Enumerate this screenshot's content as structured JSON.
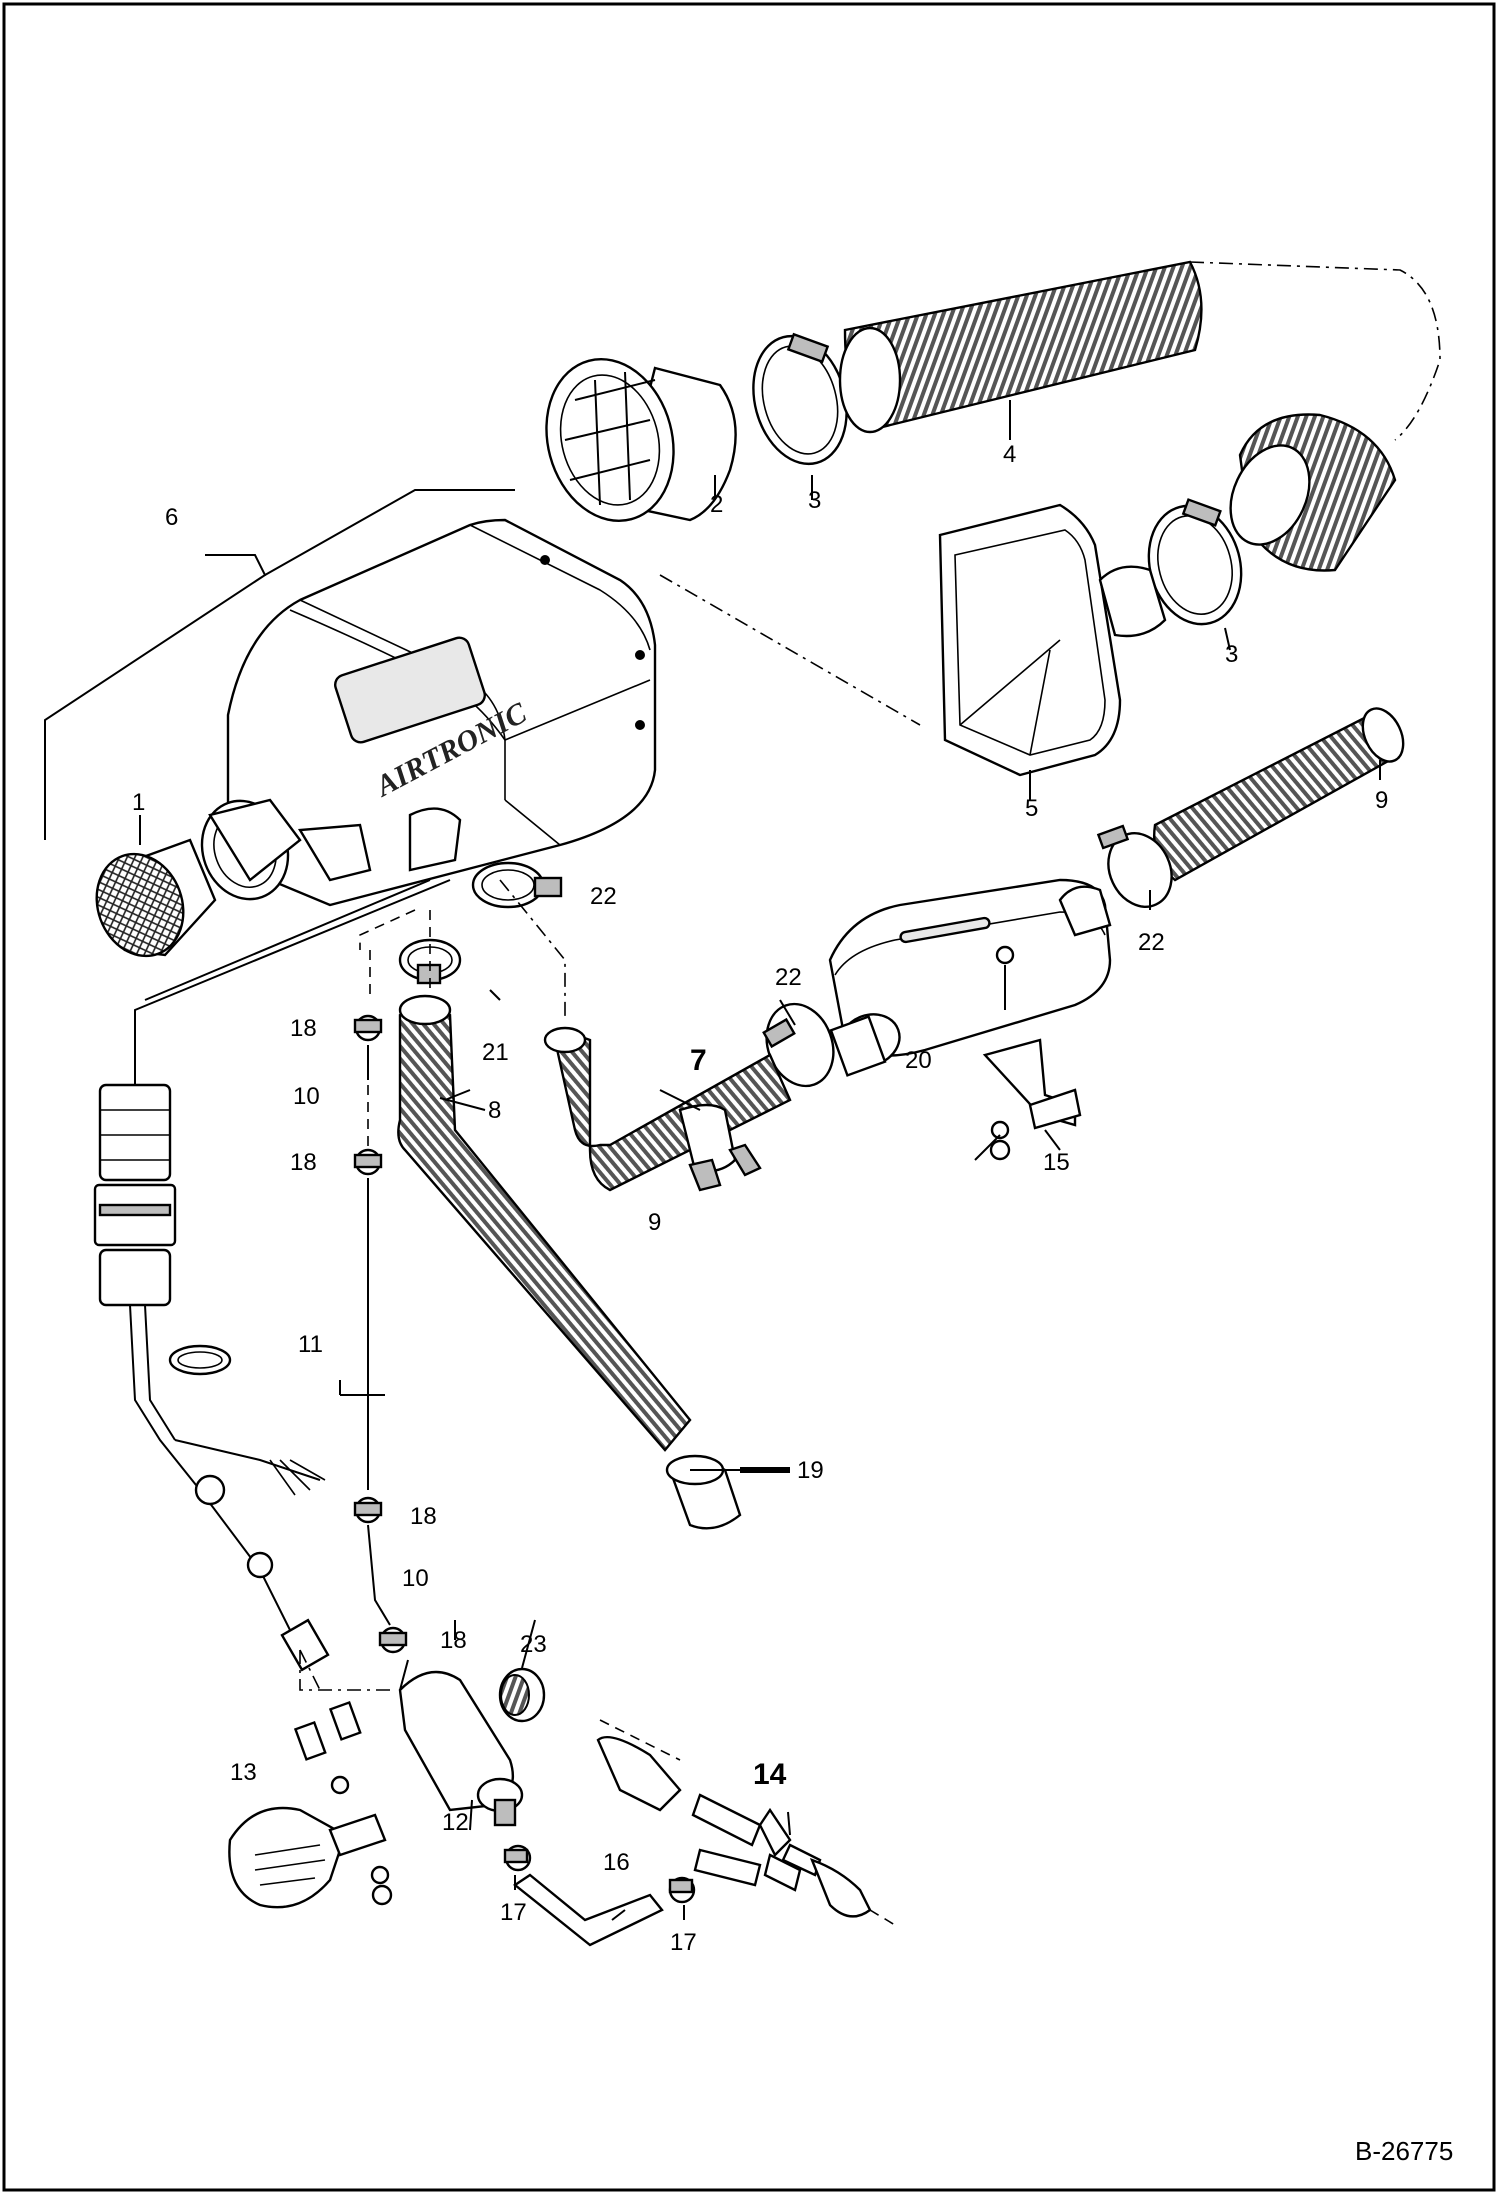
{
  "figure": {
    "reference_code": "B-26775",
    "brand_text": "AIRTRONIC"
  },
  "callouts": [
    {
      "id": "c1",
      "text": "1"
    },
    {
      "id": "c2",
      "text": "2"
    },
    {
      "id": "c3a",
      "text": "3"
    },
    {
      "id": "c3b",
      "text": "3"
    },
    {
      "id": "c4",
      "text": "4"
    },
    {
      "id": "c5",
      "text": "5"
    },
    {
      "id": "c6",
      "text": "6"
    },
    {
      "id": "c7",
      "text": "7"
    },
    {
      "id": "c8",
      "text": "8"
    },
    {
      "id": "c9a",
      "text": "9"
    },
    {
      "id": "c9b",
      "text": "9"
    },
    {
      "id": "c10a",
      "text": "10"
    },
    {
      "id": "c10b",
      "text": "10"
    },
    {
      "id": "c11",
      "text": "11"
    },
    {
      "id": "c12",
      "text": "12"
    },
    {
      "id": "c13",
      "text": "13"
    },
    {
      "id": "c14",
      "text": "14"
    },
    {
      "id": "c15",
      "text": "15"
    },
    {
      "id": "c16",
      "text": "16"
    },
    {
      "id": "c17a",
      "text": "17"
    },
    {
      "id": "c17b",
      "text": "17"
    },
    {
      "id": "c18a",
      "text": "18"
    },
    {
      "id": "c18b",
      "text": "18"
    },
    {
      "id": "c18c",
      "text": "18"
    },
    {
      "id": "c18d",
      "text": "18"
    },
    {
      "id": "c19",
      "text": "19"
    },
    {
      "id": "c20",
      "text": "20"
    },
    {
      "id": "c21",
      "text": "21"
    },
    {
      "id": "c22a",
      "text": "22"
    },
    {
      "id": "c22b",
      "text": "22"
    },
    {
      "id": "c22c",
      "text": "22"
    },
    {
      "id": "c23",
      "text": "23"
    }
  ]
}
